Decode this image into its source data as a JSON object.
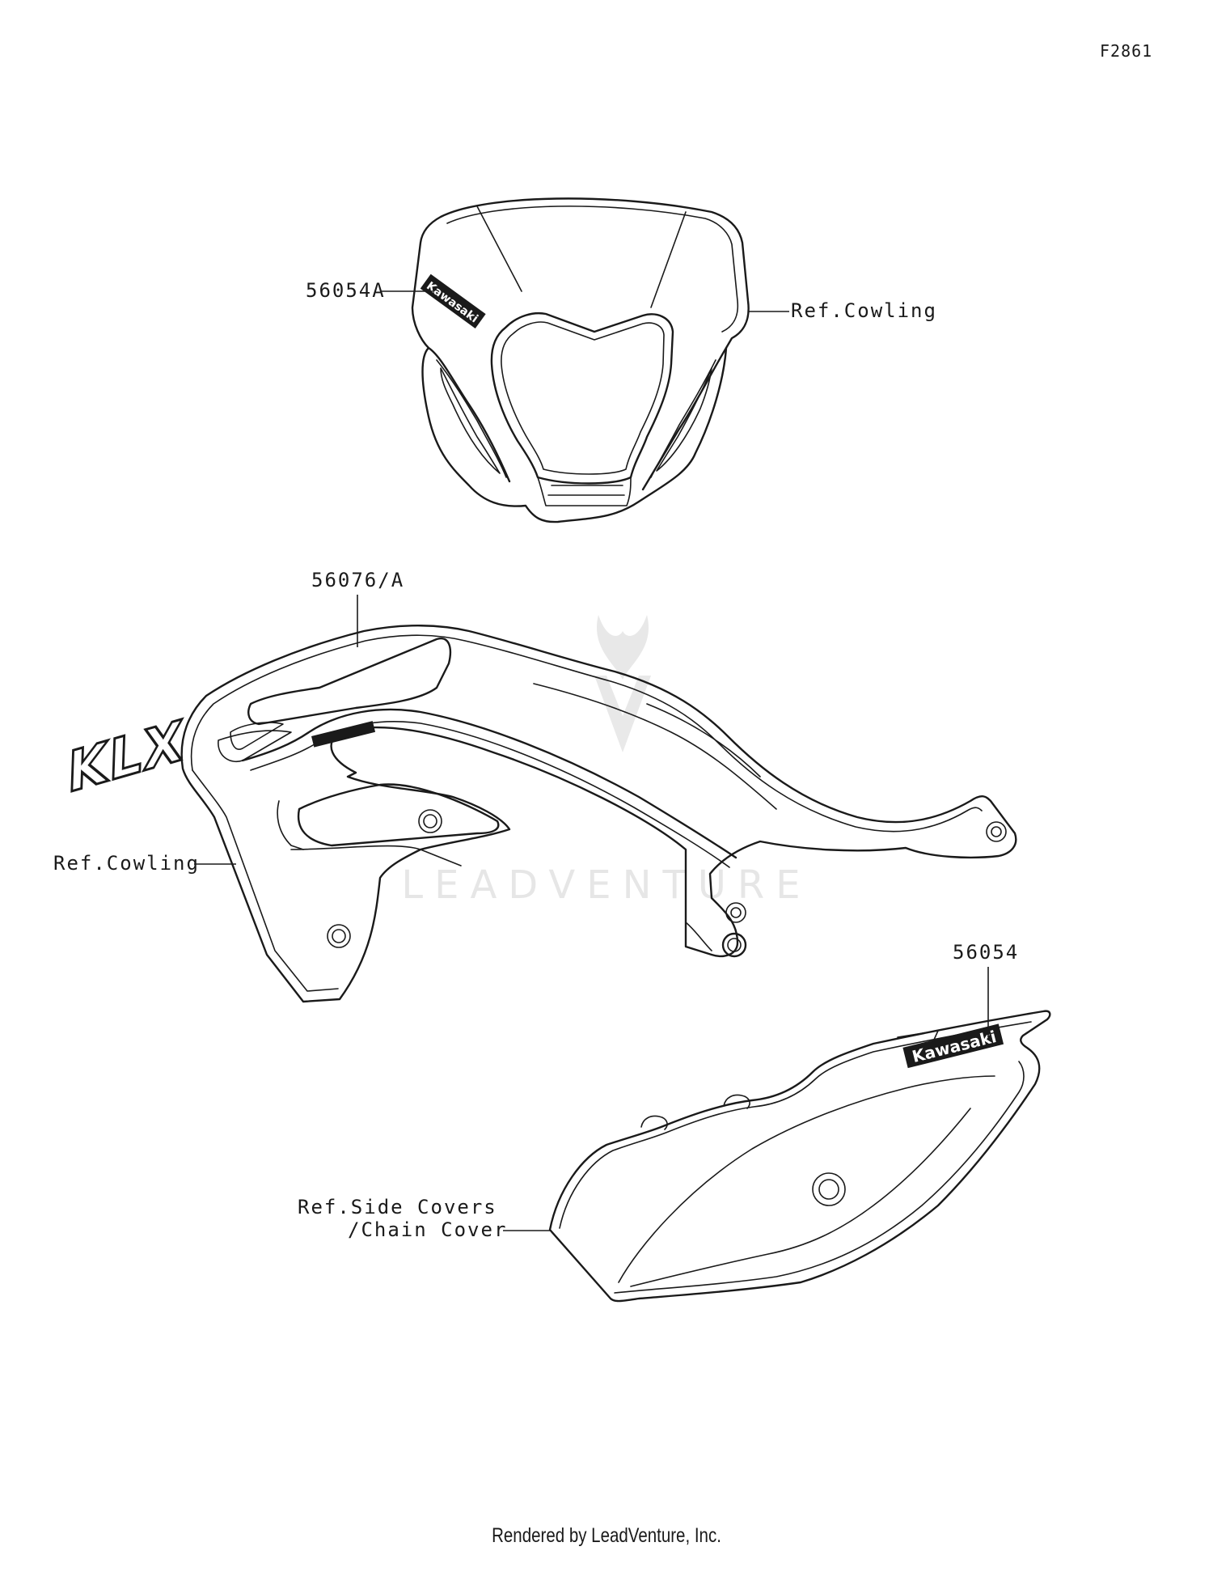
{
  "diagram": {
    "figure_id": "F2861",
    "callouts": {
      "cowling_top_part": "56054A",
      "cowling_top_ref": "Ref.Cowling",
      "shroud_part": "56076/A",
      "shroud_ref": "Ref.Cowling",
      "side_cover_part": "56054",
      "side_cover_ref_line1": "Ref.Side Covers",
      "side_cover_ref_line2": "/Chain Cover"
    },
    "decals": {
      "headlight_logo": "Kawasaki",
      "shroud_logo": "KLX",
      "side_cover_logo": "Kawasaki"
    },
    "watermark": "LEADVENTURE"
  },
  "footer": {
    "credit": "Rendered by LeadVenture, Inc."
  }
}
